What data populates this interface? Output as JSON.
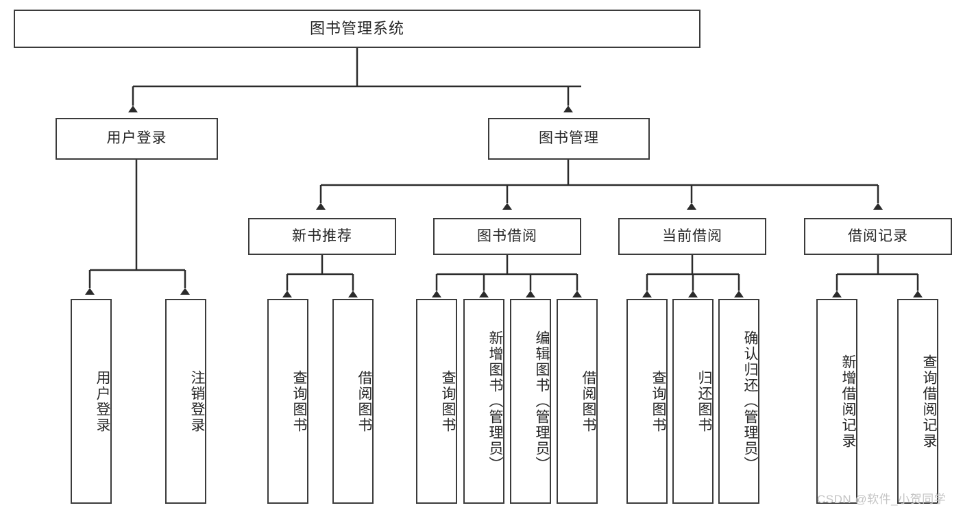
{
  "diagram": {
    "type": "tree",
    "title": "图书管理系统",
    "theme": {
      "background": "#ffffff",
      "box_border": "#3b3b3b",
      "box_fill": "#ffffff",
      "text": "#262626",
      "connector": "#2b2b2b",
      "watermark": "#c4c4c4"
    },
    "root": {
      "label": "图书管理系统"
    },
    "level2": [
      {
        "label": "用户登录"
      },
      {
        "label": "图书管理"
      }
    ],
    "level3": [
      {
        "label": "新书推荐"
      },
      {
        "label": "图书借阅"
      },
      {
        "label": "当前借阅"
      },
      {
        "label": "借阅记录"
      }
    ],
    "leaves": {
      "user_login": [
        {
          "label": "用户登录"
        },
        {
          "label": "注销登录"
        }
      ],
      "new_book_recommend": [
        {
          "label": "查询图书"
        },
        {
          "label": "借阅图书"
        }
      ],
      "book_borrow": [
        {
          "label": "查询图书"
        },
        {
          "label": "新增图书（管理员）"
        },
        {
          "label": "编辑图书（管理员）"
        },
        {
          "label": "借阅图书"
        }
      ],
      "current_borrow": [
        {
          "label": "查询图书"
        },
        {
          "label": "归还图书"
        },
        {
          "label": "确认归还（管理员）"
        }
      ],
      "borrow_record": [
        {
          "label": "新增借阅记录"
        },
        {
          "label": "查询借阅记录"
        }
      ]
    },
    "watermark": "CSDN @软件_小贺同学"
  }
}
